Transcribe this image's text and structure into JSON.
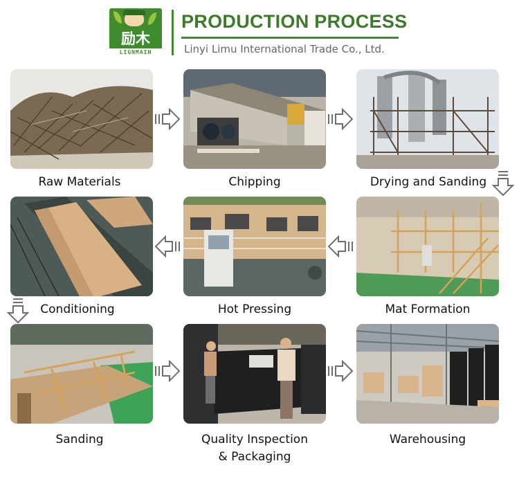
{
  "header": {
    "logo_cn": "励木",
    "logo_en": "LIGNMAIN",
    "title": "PRODUCTION PROCESS",
    "company": "Linyi Limu International Trade Co., Ltd."
  },
  "steps": [
    {
      "label": "Raw Materials"
    },
    {
      "label": "Chipping"
    },
    {
      "label": "Drying and Sanding"
    },
    {
      "label": "Conditioning"
    },
    {
      "label": "Hot Pressing"
    },
    {
      "label": "Mat Formation"
    },
    {
      "label": "Sanding"
    },
    {
      "label": "Quality Inspection",
      "label2": "& Packaging"
    },
    {
      "label": "Warehousing"
    }
  ],
  "colors": {
    "brand_green": "#3f8b2e",
    "arrow_gray": "#6e6e6e"
  }
}
